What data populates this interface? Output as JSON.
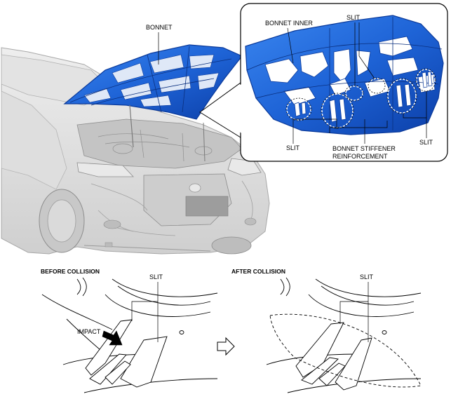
{
  "labels": {
    "bonnet": "BONNET",
    "bonnet_inner": "BONNET INNER",
    "slit_top": "SLIT",
    "slit_left": "SLIT",
    "slit_right": "SLIT",
    "stiffener_line1": "BONNET STIFFENER",
    "stiffener_line2": "REINFORCEMENT",
    "before_collision": "BEFORE COLLISION",
    "after_collision": "AFTER COLLISION",
    "slit_before": "SLIT",
    "slit_after": "SLIT",
    "impact": "IMPACT"
  },
  "colors": {
    "bonnet_blue": "#1e63d6",
    "bonnet_dark": "#0b3a9a",
    "car_grey": "#d9d9d9",
    "car_line": "#9a9a9a"
  }
}
